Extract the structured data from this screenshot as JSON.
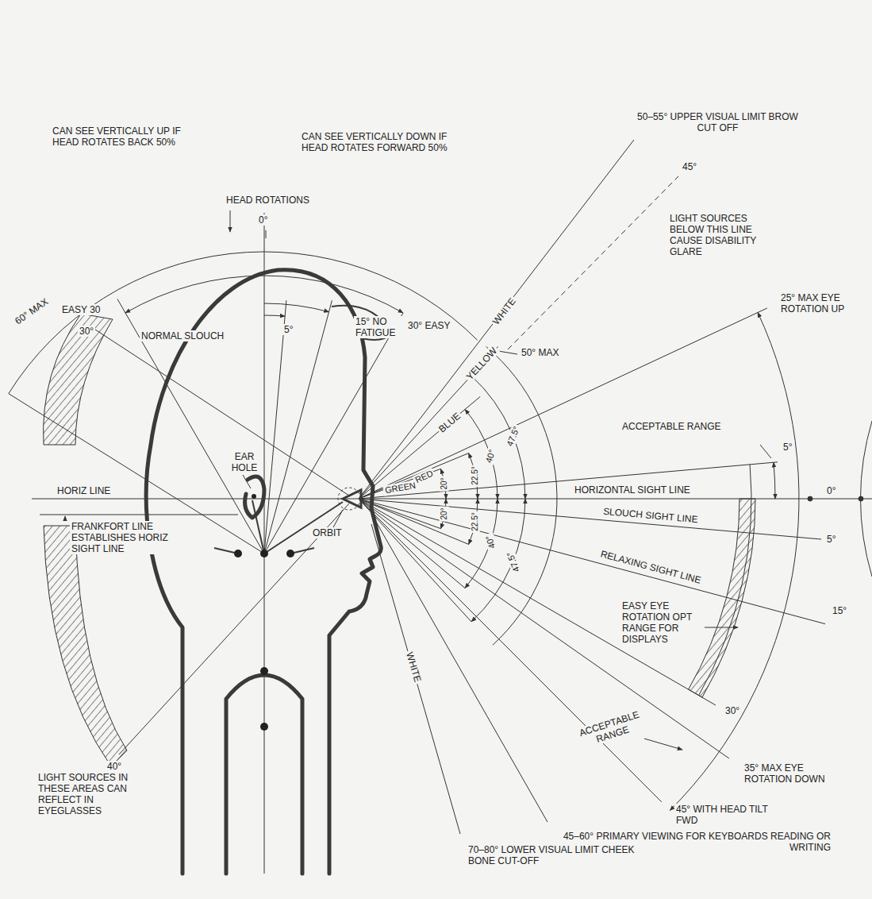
{
  "diagram": {
    "labels": [
      "CAN SEE VERTICALLY UP IF HEAD ROTATES BACK 50%",
      "CAN SEE VERTICALLY DOWN IF HEAD ROTATES FORWARD 50%",
      "50–55° UPPER VISUAL LIMIT BROW CUT OFF",
      "45°",
      "LIGHT SOURCES BELOW THIS LINE CAUSE DISABILITY GLARE",
      "HEAD ROTATIONS",
      "0°",
      "60° MAX",
      "EASY 30",
      "30°",
      "NORMAL SLOUCH",
      "5°",
      "15° NO FATIGUE",
      "30° EASY",
      "WHITE",
      "YELLOW",
      "50° MAX",
      "25° MAX EYE ROTATION UP",
      "BLUE",
      "ACCEPTABLE RANGE",
      "5°",
      "EAR HOLE",
      "RED",
      "GREEN",
      "20°",
      "20°",
      "22.5°",
      "22.5°",
      "40°",
      "47.5°",
      "40°",
      "47.5°",
      "HORIZ LINE",
      "HORIZONTAL SIGHT LINE",
      "0°",
      "SLOUCH SIGHT LINE",
      "5°",
      "FRANKFORT LINE ESTABLISHES HORIZ SIGHT LINE",
      "ORBIT",
      "RELAXING SIGHT LINE",
      "15°",
      "EASY EYE ROTATION OPT RANGE FOR DISPLAYS",
      "WHITE",
      "30°",
      "40°",
      "ACCEPTABLE RANGE",
      "35° MAX EYE ROTATION DOWN",
      "45° WITH HEAD TILT FWD",
      "LIGHT SOURCES IN THESE AREAS CAN REFLECT IN EYEGLASSES",
      "45–60° PRIMARY VIEWING FOR KEYBOARDS READING OR WRITING",
      "70–80° LOWER VISUAL LIMIT CHEEK BONE CUT-OFF"
    ]
  }
}
